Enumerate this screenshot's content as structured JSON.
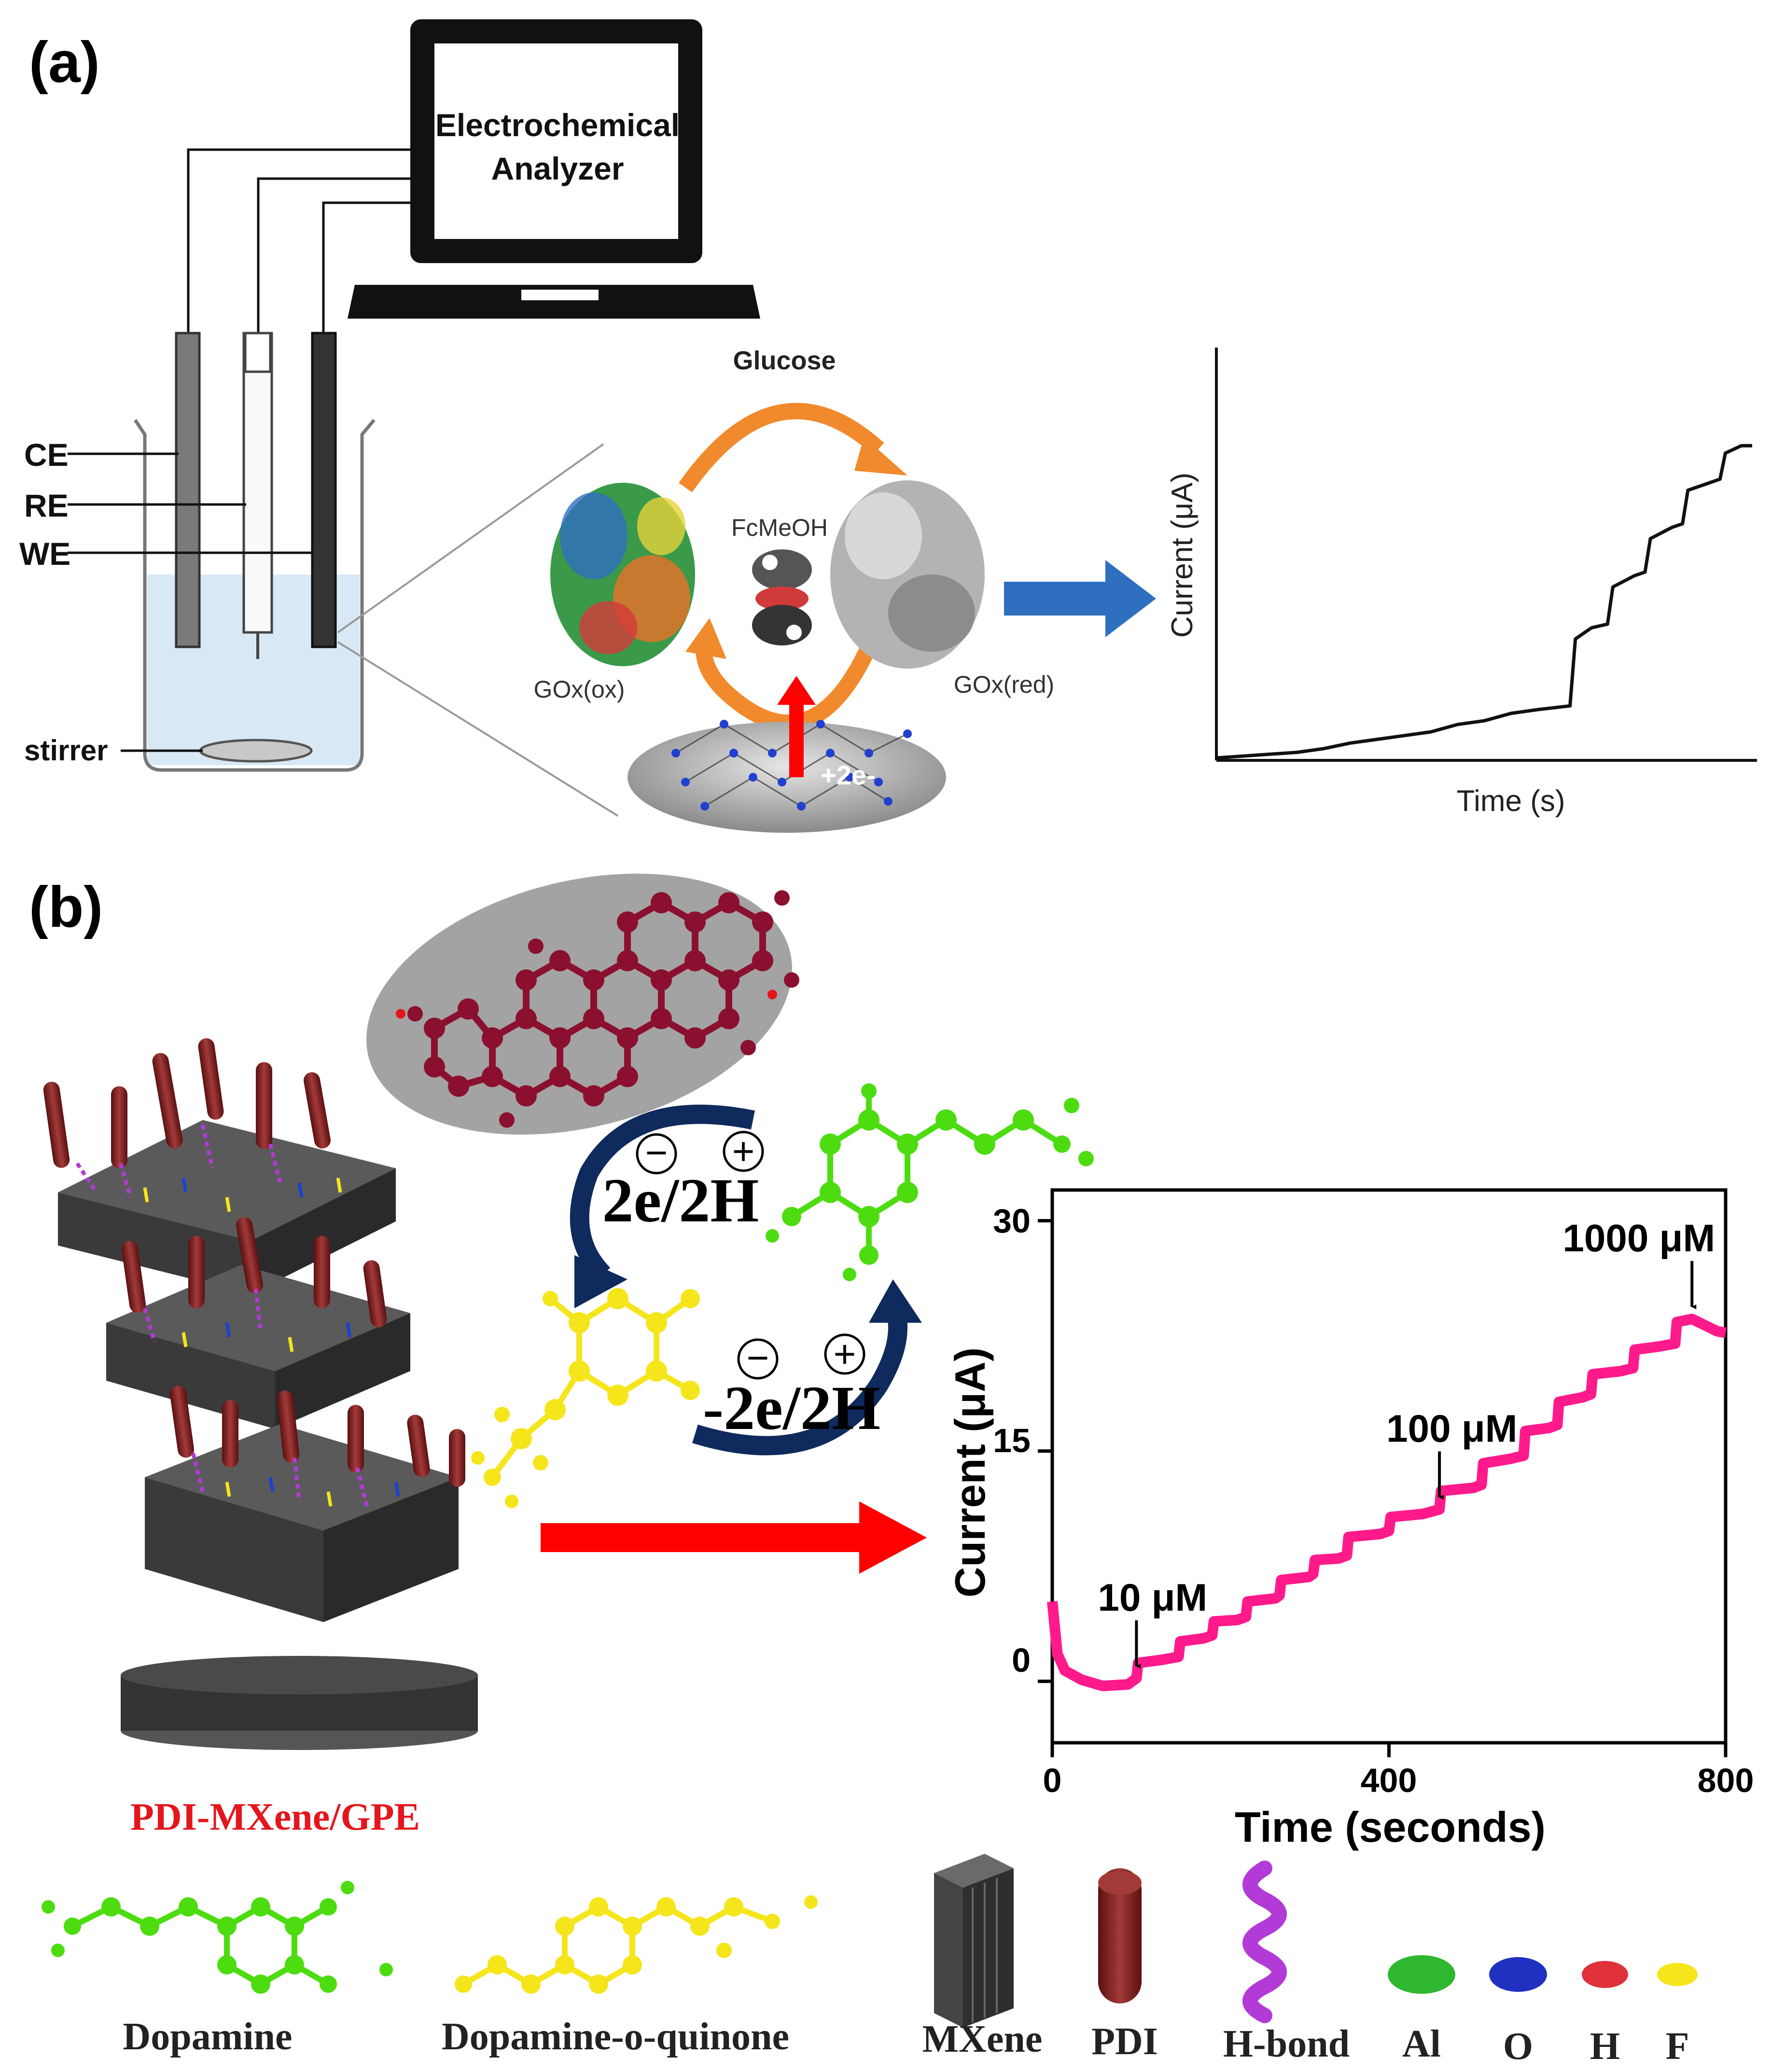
{
  "panel_a": {
    "label": "(a)",
    "analyzer_line1": "Electrochemical",
    "analyzer_line2": "Analyzer",
    "electrodes": {
      "ce": "CE",
      "re": "RE",
      "we": "WE",
      "stirrer": "stirrer"
    },
    "enzyme_cycle": {
      "substrate": "Glucose",
      "mediator": "FcMeOH",
      "oxidized": "GOx(ox)",
      "reduced": "GOx(red)",
      "electrons": "+2e-"
    },
    "chart_data": {
      "type": "line",
      "title": "",
      "xlabel": "Time (s)",
      "ylabel": "Current (μA)",
      "series": [
        {
          "points": [
            [
              0,
              0
            ],
            [
              10,
              1
            ],
            [
              15,
              1.5
            ],
            [
              20,
              2.5
            ],
            [
              25,
              4
            ],
            [
              30,
              5
            ],
            [
              35,
              6
            ],
            [
              40,
              7
            ],
            [
              45,
              9
            ],
            [
              50,
              10
            ],
            [
              55,
              12
            ],
            [
              60,
              13
            ],
            [
              66,
              14
            ],
            [
              67,
              32
            ],
            [
              70,
              35
            ],
            [
              73,
              36
            ],
            [
              74,
              46
            ],
            [
              78,
              49
            ],
            [
              80,
              50
            ],
            [
              81,
              59
            ],
            [
              85,
              62
            ],
            [
              87,
              63
            ],
            [
              88,
              72
            ],
            [
              92,
              74
            ],
            [
              94,
              75
            ],
            [
              95,
              82
            ],
            [
              98,
              84
            ],
            [
              100,
              84
            ]
          ]
        }
      ]
    }
  },
  "panel_b": {
    "label": "(b)",
    "electrode_name": "PDI-MXene/GPE",
    "oxidation": "2e/2H",
    "reduction": "-2e/2H",
    "minus": "−",
    "plus": "+",
    "chart_data": {
      "type": "line",
      "title": "",
      "xlabel": "Time (seconds)",
      "ylabel": "Current (μA)",
      "xlim": [
        0,
        800
      ],
      "ylim": [
        -4,
        32
      ],
      "xticks": [
        "0",
        "400",
        "800"
      ],
      "yticks": [
        "0",
        "15",
        "30"
      ],
      "series": [
        {
          "color": "#ff1a8c",
          "points": [
            [
              0,
              5.2
            ],
            [
              6,
              1.8
            ],
            [
              15,
              0.7
            ],
            [
              35,
              0.1
            ],
            [
              60,
              -0.3
            ],
            [
              90,
              -0.2
            ],
            [
              100,
              0.2
            ],
            [
              102,
              1.2
            ],
            [
              130,
              1.4
            ],
            [
              150,
              1.6
            ],
            [
              152,
              2.6
            ],
            [
              180,
              2.8
            ],
            [
              190,
              3
            ],
            [
              192,
              3.9
            ],
            [
              220,
              4
            ],
            [
              230,
              4.2
            ],
            [
              232,
              5.2
            ],
            [
              265,
              5.4
            ],
            [
              270,
              5.6
            ],
            [
              272,
              6.6
            ],
            [
              305,
              6.8
            ],
            [
              310,
              7
            ],
            [
              312,
              7.9
            ],
            [
              340,
              8
            ],
            [
              350,
              8.2
            ],
            [
              352,
              9.4
            ],
            [
              390,
              9.6
            ],
            [
              400,
              9.8
            ],
            [
              402,
              10.7
            ],
            [
              440,
              10.9
            ],
            [
              460,
              11.2
            ],
            [
              462,
              12.4
            ],
            [
              500,
              12.6
            ],
            [
              510,
              12.8
            ],
            [
              512,
              14.2
            ],
            [
              545,
              14.5
            ],
            [
              560,
              14.7
            ],
            [
              562,
              16.3
            ],
            [
              590,
              16.5
            ],
            [
              600,
              16.7
            ],
            [
              602,
              18.2
            ],
            [
              630,
              18.5
            ],
            [
              640,
              18.7
            ],
            [
              642,
              20
            ],
            [
              675,
              20.2
            ],
            [
              690,
              20.4
            ],
            [
              692,
              21.6
            ],
            [
              720,
              21.8
            ],
            [
              740,
              22
            ],
            [
              742,
              23.4
            ],
            [
              760,
              23.6
            ],
            [
              775,
              23.2
            ],
            [
              790,
              22.8
            ],
            [
              800,
              22.7
            ]
          ]
        }
      ],
      "annotations": [
        {
          "text": "10 μM",
          "x": 100,
          "y": 0.2
        },
        {
          "text": "100 μM",
          "x": 460,
          "y": 11.2
        },
        {
          "text": "1000 μM",
          "x": 760,
          "y": 23.6
        }
      ]
    },
    "legend": {
      "dopamine": "Dopamine",
      "quinone": "Dopamine-o-quinone",
      "mxene": "MXene",
      "pdi": "PDI",
      "hbond": "H-bond",
      "al": "Al",
      "o": "O",
      "h": "H",
      "f": "F"
    }
  },
  "colors": {
    "beaker_liquid": "#d9e8f5",
    "blue_arrow": "#2f6fbf",
    "orange_arrow": "#f08a2c",
    "red_arrow": "#ff0000",
    "navy_arrow": "#0f2a5c",
    "pink_trace": "#ff1a8c",
    "dopamine_green": "#4cdc10",
    "quinone_yellow": "#f5e51b",
    "pdi_red": "#7a1f1f",
    "mxene_gray": "#4a4a4a",
    "perylene_red": "#8b1030",
    "electrode_label_red": "#e4161c"
  }
}
